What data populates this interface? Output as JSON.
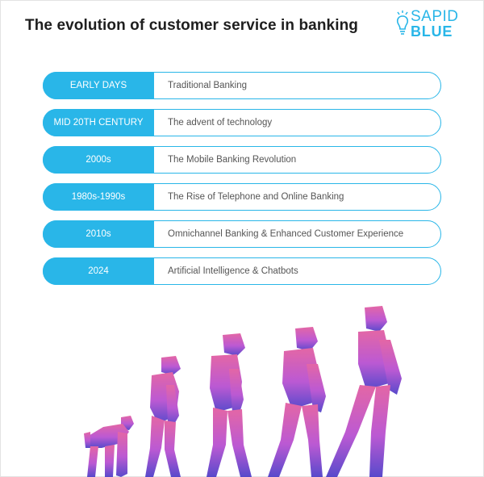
{
  "header": {
    "title": "The evolution of customer service in banking"
  },
  "logo": {
    "line1": "SAPID",
    "line2": "BLUE",
    "icon": "lightbulb-icon",
    "color": "#29b6e8"
  },
  "timeline": [
    {
      "era": "EARLY DAYS",
      "description": "Traditional Banking"
    },
    {
      "era": "MID 20TH CENTURY",
      "description": "The advent of technology"
    },
    {
      "era": "2000s",
      "description": "The Mobile Banking Revolution"
    },
    {
      "era": "1980s-1990s",
      "description": "The Rise of Telephone and Online Banking"
    },
    {
      "era": "2010s",
      "description": "Omnichannel Banking & Enhanced Customer Experience"
    },
    {
      "era": "2024",
      "description": "Artificial Intelligence & Chatbots"
    }
  ],
  "colors": {
    "accent": "#29b6e8",
    "figure_gradient_top": "#e25a9e",
    "figure_gradient_mid": "#b64cd0",
    "figure_gradient_bottom": "#4a3bc7"
  }
}
